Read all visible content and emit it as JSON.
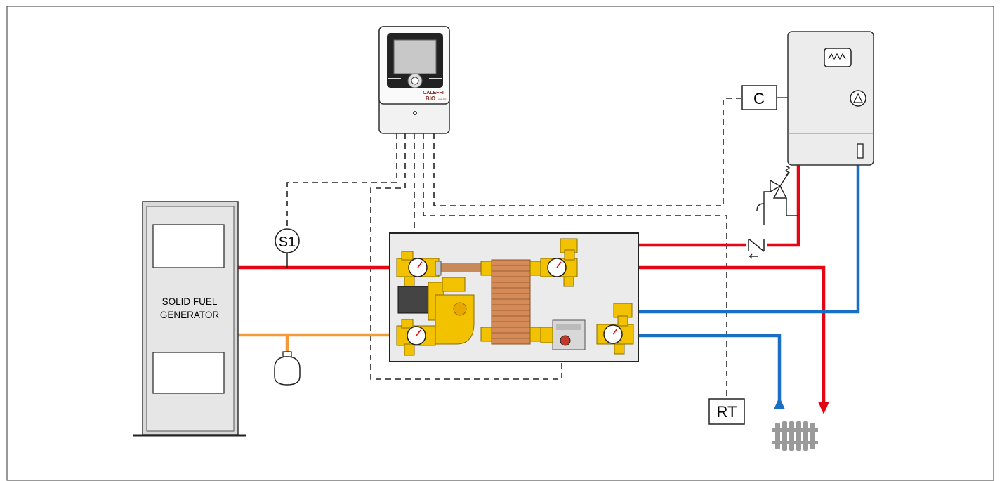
{
  "generator": {
    "label_line1": "SOLID FUEL",
    "label_line2": "GENERATOR"
  },
  "sensor": {
    "label": "S1"
  },
  "controller_box": {
    "label": "C"
  },
  "room_thermostat": {
    "label": "RT"
  },
  "brand": {
    "line1": "CALEFFI",
    "line2": "BIO",
    "line3": "MASS"
  },
  "colors": {
    "hot_pipe": "#e30613",
    "cold_pipe": "#1a6fc4",
    "primary_return": "#f39a3a",
    "brass": "#f2c200",
    "frame": "#333333",
    "panel": "#ebebeb"
  }
}
